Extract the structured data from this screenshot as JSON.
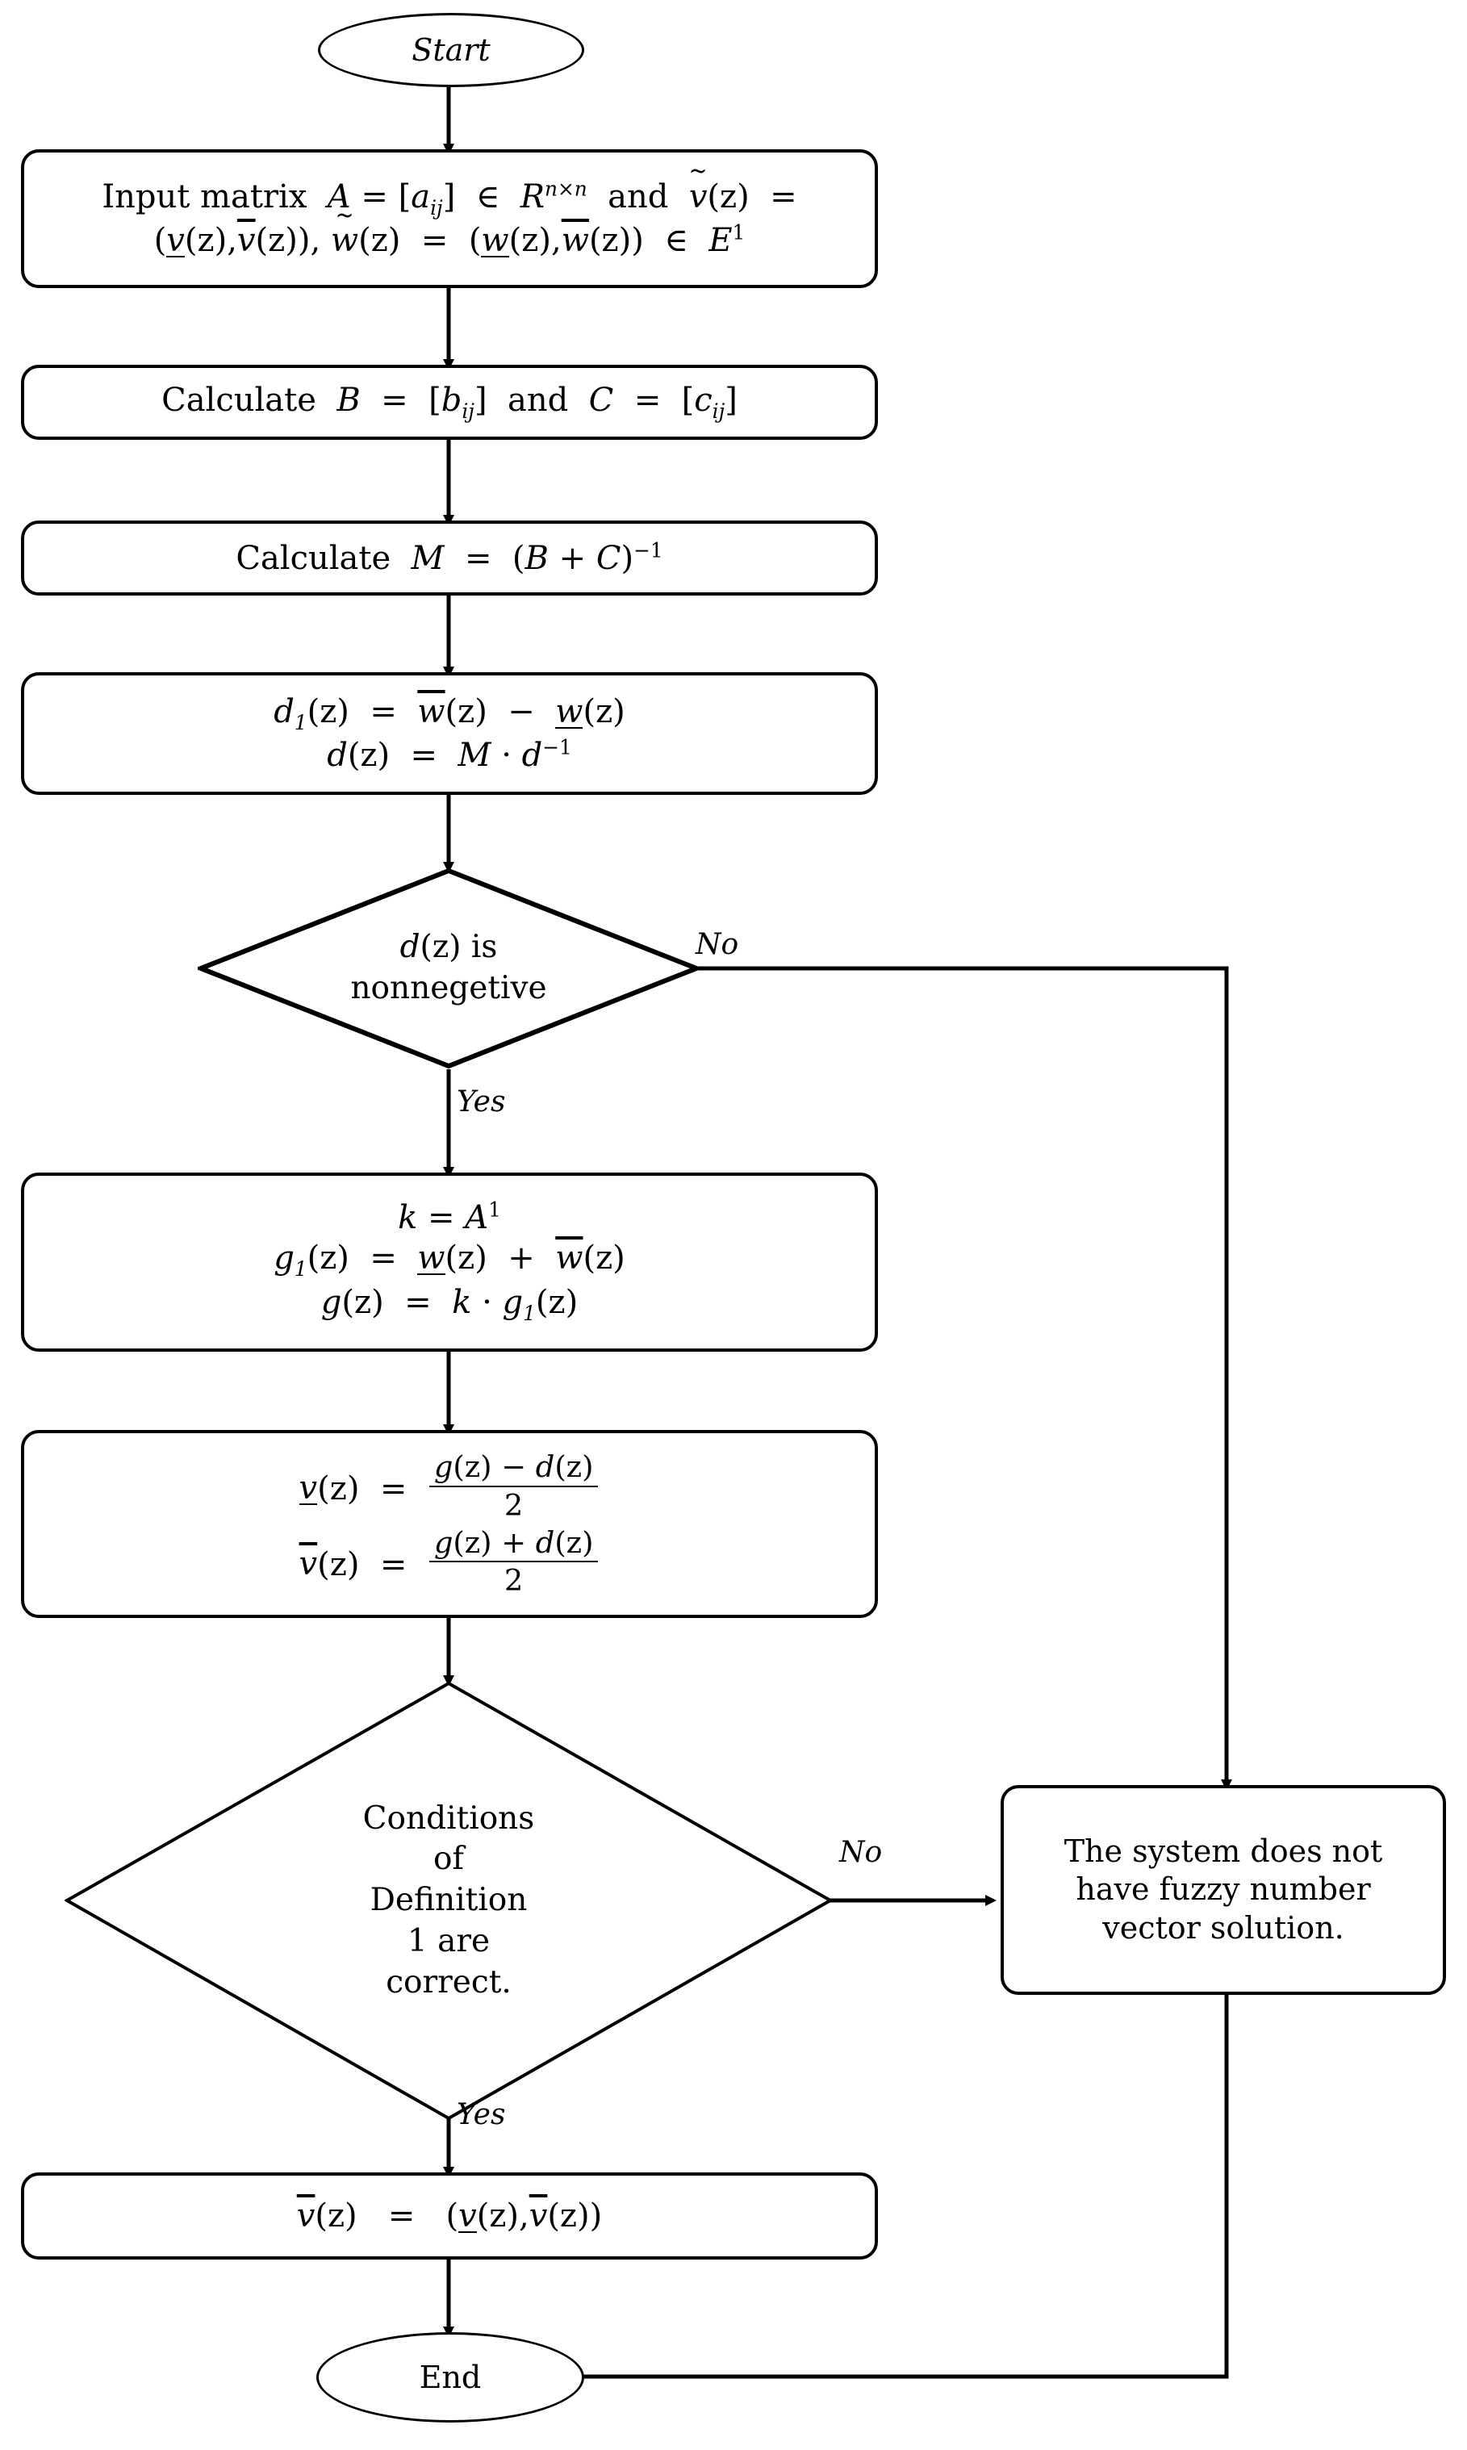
{
  "diagram": {
    "type": "flowchart",
    "title": "Algorithm flowchart for fuzzy number vector solution",
    "background": "#ffffff",
    "line_color": "#000000",
    "nodes": [
      {
        "id": "start",
        "shape": "ellipse",
        "label": "Start"
      },
      {
        "id": "input",
        "shape": "rounded-rect",
        "line1": "Input matrix A = [a_ij] ∈ R^{n×n} and ṽ(z) =",
        "line2": "( v̲(z), v̅(z) ), w̃(z) = ( w̲(z), w̅(z) ) ∈ E¹"
      },
      {
        "id": "calc_bc",
        "shape": "rounded-rect",
        "label": "Calculate B = [b_ij] and C = [c_ij]"
      },
      {
        "id": "calc_m",
        "shape": "rounded-rect",
        "label": "Calculate M = (B + C)^{-1}"
      },
      {
        "id": "calc_d",
        "shape": "rounded-rect",
        "line1": "d₁(z) = w̅(z) − w̲(z)",
        "line2": "d(z) = M · d^{-1}"
      },
      {
        "id": "dec_nonneg",
        "shape": "diamond",
        "line1": "d(z) is",
        "line2": "nonnegetive"
      },
      {
        "id": "calc_g",
        "shape": "rounded-rect",
        "line1": "k = A¹",
        "line2": "g₁(z) = w̲(z) + w̅(z)",
        "line3": "g(z) = k · g₁(z)"
      },
      {
        "id": "calc_v",
        "shape": "rounded-rect",
        "line1": "v̲(z) = (g(z) − d(z)) / 2",
        "line2": "v̅(z) = (g(z) + d(z)) / 2"
      },
      {
        "id": "dec_conditions",
        "shape": "diamond",
        "line1": "Conditions",
        "line2": "of",
        "line3": "Definition",
        "line4": "1 are",
        "line5": "correct."
      },
      {
        "id": "no_solution",
        "shape": "rounded-rect",
        "line1": "The system does not",
        "line2": "have fuzzy number",
        "line3": "vector solution."
      },
      {
        "id": "result",
        "shape": "rounded-rect",
        "label": "v̅(z) = ( v̲(z), v̅(z) )"
      },
      {
        "id": "end",
        "shape": "ellipse",
        "label": "End"
      }
    ],
    "edge_labels": {
      "no_nonneg": "No",
      "yes_nonneg": "Yes",
      "no_conditions": "No",
      "yes_conditions": "Yes"
    }
  }
}
